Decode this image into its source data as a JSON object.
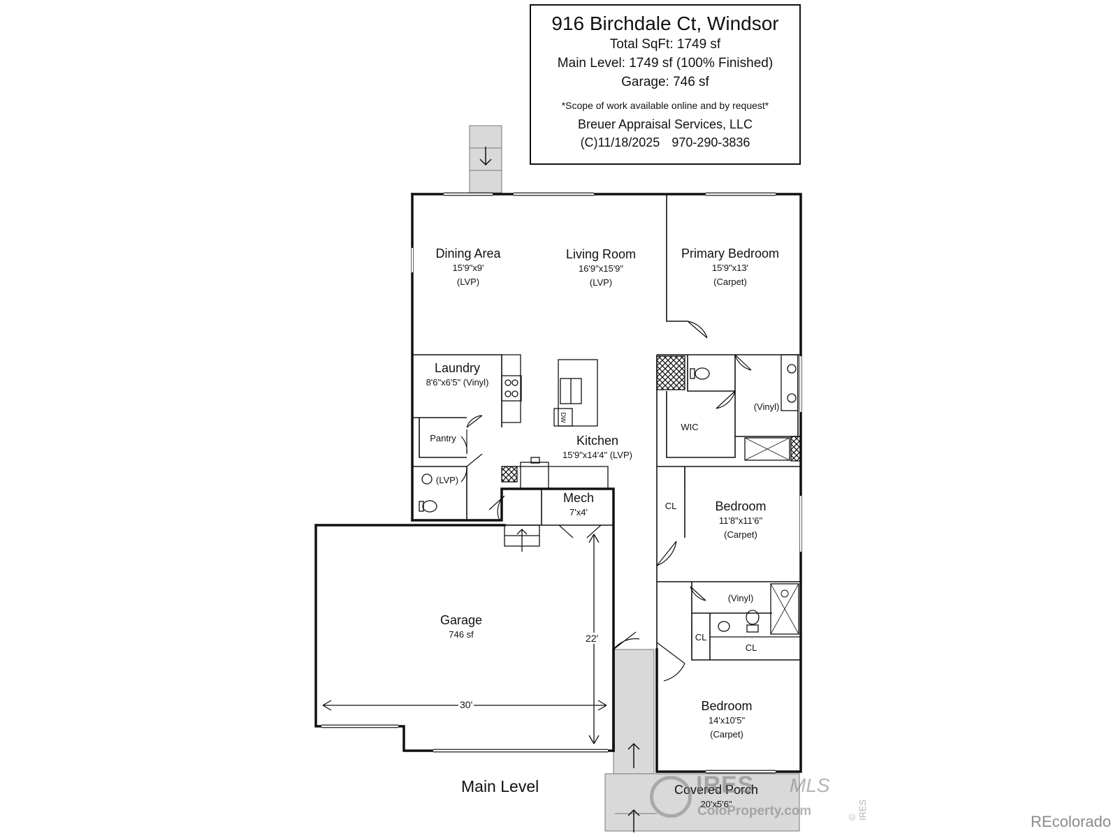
{
  "header": {
    "address": "916 Birchdale Ct, Windsor",
    "total_sqft": "Total SqFt: 1749 sf",
    "main_level": "Main Level: 1749 sf (100% Finished)",
    "garage": "Garage: 746 sf",
    "note": "*Scope of work available online and by request*",
    "company": "Breuer Appraisal Services, LLC",
    "copyright": "(C)11/18/2025",
    "phone": "970-290-3836"
  },
  "rooms": {
    "dining": {
      "name": "Dining Area",
      "size": "15'9\"x9'",
      "floor": "(LVP)"
    },
    "living": {
      "name": "Living Room",
      "size": "16'9\"x15'9\"",
      "floor": "(LVP)"
    },
    "primary": {
      "name": "Primary Bedroom",
      "size": "15'9\"x13'",
      "floor": "(Carpet)"
    },
    "laundry": {
      "name": "Laundry",
      "size": "8'6\"x6'5\" (Vinyl)"
    },
    "pantry": {
      "name": "Pantry"
    },
    "half_bath": {
      "floor": "(LVP)"
    },
    "kitchen": {
      "name": "Kitchen",
      "size": "15'9\"x14'4\" (LVP)"
    },
    "dw": "DW",
    "primary_bath": {
      "floor": "(Vinyl)"
    },
    "wic": "WIC",
    "mech": {
      "name": "Mech",
      "size": "7'x4'"
    },
    "bedroom2": {
      "name": "Bedroom",
      "size": "11'8\"x11'6\"",
      "floor": "(Carpet)",
      "closet": "CL"
    },
    "bath2": {
      "floor": "(Vinyl)"
    },
    "closet_a": "CL",
    "closet_b": "CL",
    "bedroom3": {
      "name": "Bedroom",
      "size": "14'x10'5\"",
      "floor": "(Carpet)"
    },
    "garage": {
      "name": "Garage",
      "size": "746 sf",
      "width": "30'",
      "depth": "22'"
    },
    "porch": {
      "name": "Covered Porch",
      "size": "20'x5'6\""
    }
  },
  "footer": {
    "level": "Main Level",
    "watermark_brand": "IRES",
    "watermark_mls": "MLS",
    "watermark_site": "ColoProperty.com",
    "watermark_copy": "© IRES",
    "source": "REcolorado"
  }
}
